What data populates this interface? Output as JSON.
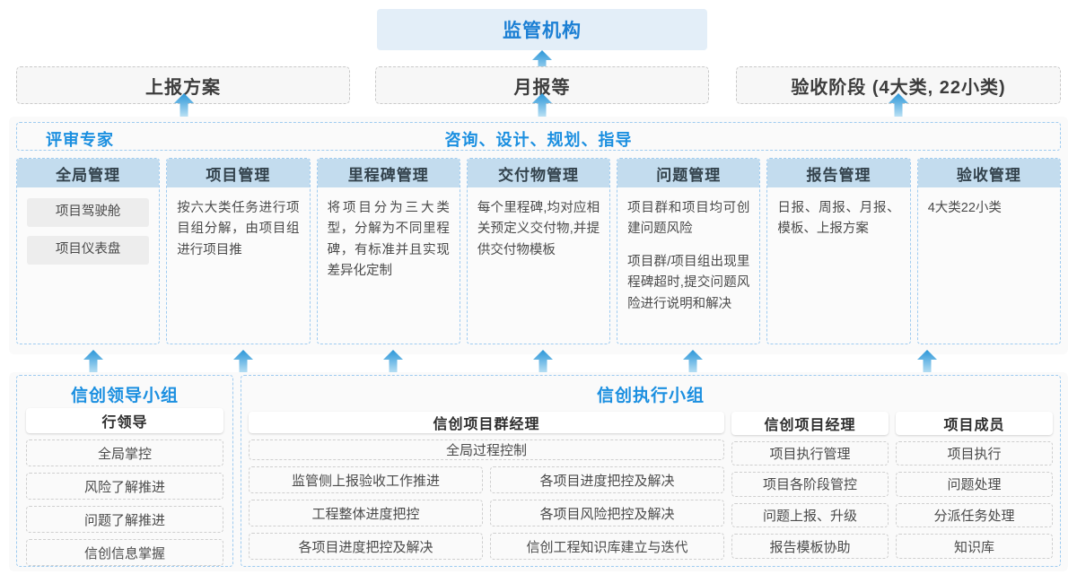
{
  "top": {
    "regulator": "监管机构",
    "reports": [
      {
        "label": "上报方案"
      },
      {
        "label": "月报等"
      },
      {
        "label": "验收阶段 (4大类, 22小类)"
      }
    ]
  },
  "middle": {
    "band_left_label": "评审专家",
    "band_right_label": "咨询、设计、规划、指导",
    "cards": [
      {
        "title": "全局管理",
        "pills": [
          "项目驾驶舱",
          "项目仪表盘"
        ],
        "paragraphs": []
      },
      {
        "title": "项目管理",
        "pills": [],
        "paragraphs": [
          "按六大类任务进行项目组分解，由项目组进行项目推"
        ]
      },
      {
        "title": "里程碑管理",
        "pills": [],
        "paragraphs": [
          "将项目分为三大类型，分解为不同里程碑，有标准并且实现差异化定制"
        ]
      },
      {
        "title": "交付物管理",
        "pills": [],
        "paragraphs": [
          "每个里程碑,均对应相关预定义交付物,并提供交付物模板"
        ]
      },
      {
        "title": "问题管理",
        "pills": [],
        "paragraphs": [
          "项目群和项目均可创建问题风险",
          "项目群/项目组出现里程碑超时,提交问题风险进行说明和解决"
        ]
      },
      {
        "title": "报告管理",
        "pills": [],
        "paragraphs": [
          "日报、周报、月报、模板、上报方案"
        ]
      },
      {
        "title": "验收管理",
        "pills": [],
        "paragraphs": [
          "4大类22小类"
        ]
      }
    ]
  },
  "bottom": {
    "leader_group": {
      "title": "信创领导小组",
      "role": "行领导",
      "items": [
        "全局掌控",
        "风险了解推进",
        "问题了解推进",
        "信创信息掌握"
      ]
    },
    "exec_group": {
      "title": "信创执行小组",
      "program_manager": {
        "role": "信创项目群经理",
        "full_width_item": "全局过程控制",
        "left_items": [
          "监管侧上报验收工作推进",
          "工程整体进度把控",
          "各项目进度把控及解决"
        ],
        "right_items": [
          "各项目进度把控及解决",
          "各项目风险把控及解决",
          "信创工程知识库建立与迭代"
        ]
      },
      "project_manager": {
        "role": "信创项目经理",
        "items": [
          "项目执行管理",
          "项目各阶段管控",
          "问题上报、升级",
          "报告模板协助"
        ]
      },
      "project_member": {
        "role": "项目成员",
        "items": [
          "项目执行",
          "问题处理",
          "分派任务处理",
          "知识库"
        ]
      }
    }
  },
  "colors": {
    "accent_blue": "#1b8fe0",
    "card_header": "#c3dcee",
    "regulator_bg": "#e3eef8",
    "dashed_blue": "#9ecbf0",
    "dashed_gray": "#c9c9c9",
    "arrow_top": "#2a96d8",
    "arrow_bottom": "#a8d8ef"
  },
  "icons": {
    "arrow_up": "arrow-up-icon"
  }
}
